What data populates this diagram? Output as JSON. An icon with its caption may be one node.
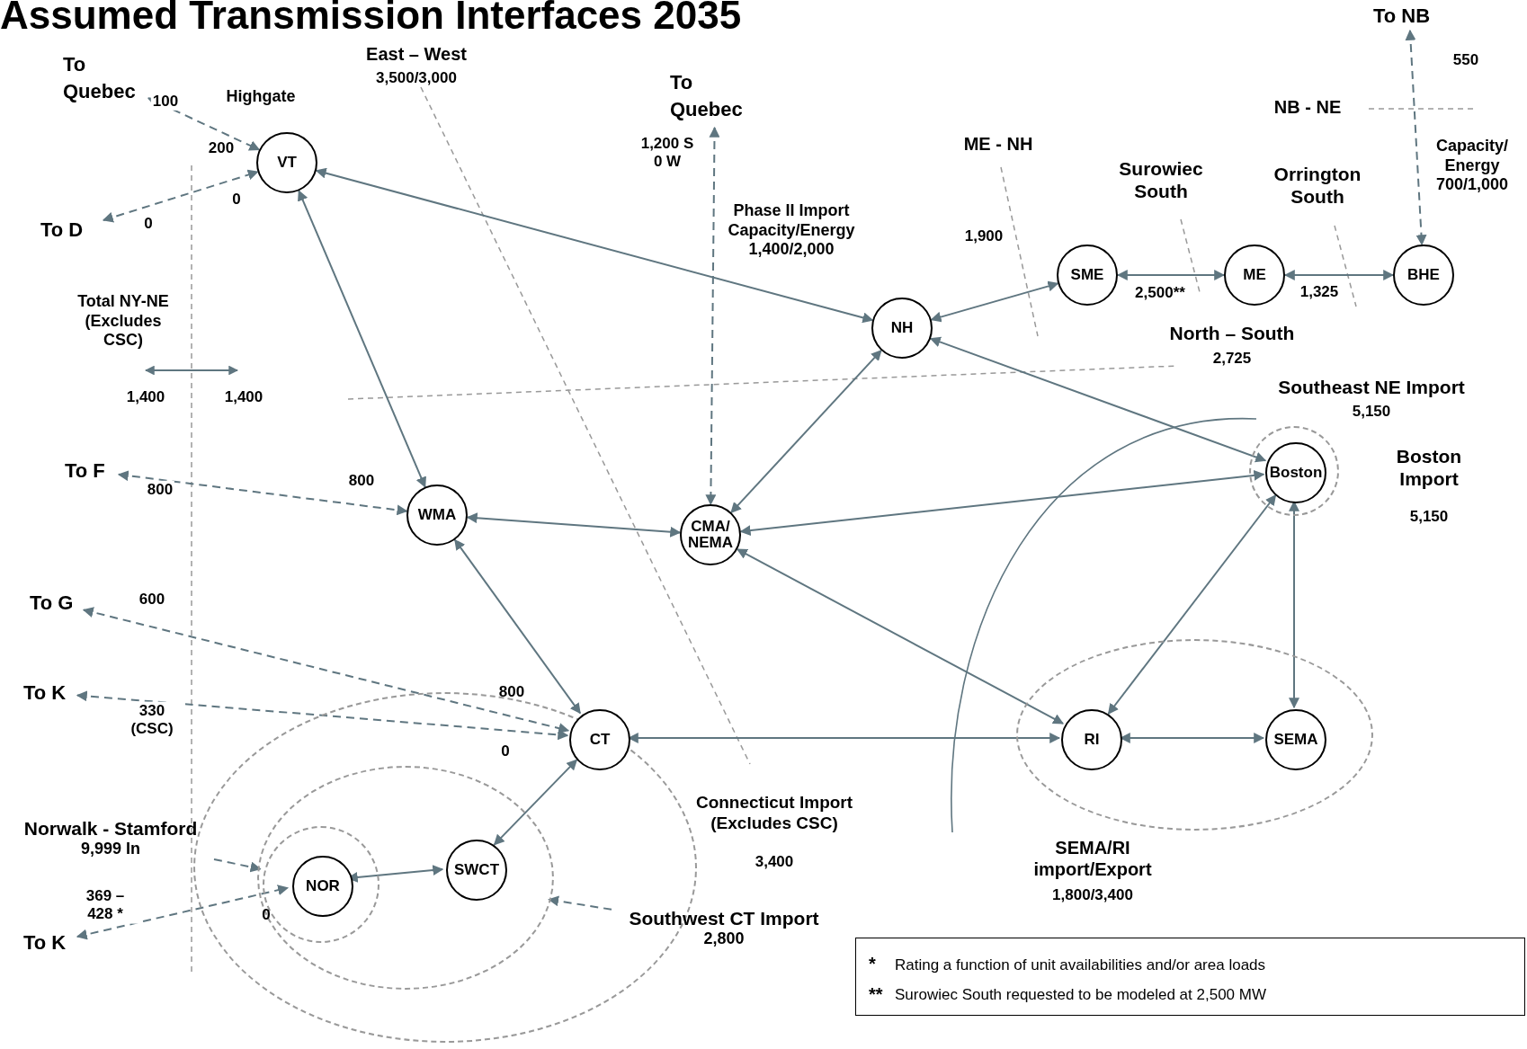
{
  "diagram": {
    "title": "Assumed Transmission Interfaces 2035",
    "nodes": [
      {
        "text": [
          "To Quebec"
        ]
      },
      {
        "text": [
          "VT"
        ]
      },
      {
        "text": [
          "To D"
        ]
      },
      {
        "text": [
          "To Quebec"
        ]
      },
      {
        "text": [
          "To NB"
        ]
      },
      {
        "text": [
          "NH"
        ]
      },
      {
        "text": [
          "SME"
        ]
      },
      {
        "text": [
          "ME"
        ]
      },
      {
        "text": [
          "BHE"
        ]
      },
      {
        "text": [
          "To F"
        ]
      },
      {
        "text": [
          "WMA"
        ]
      },
      {
        "text": [
          "CMA/ NEMA"
        ]
      },
      {
        "text": [],
        "shape": "circle"
      },
      {
        "text": [
          "Boston"
        ],
        "in": 12
      },
      {
        "text": [
          "To G"
        ]
      },
      {
        "text": [
          "To K"
        ]
      },
      {
        "text": [],
        "shape": "ellipse"
      },
      {
        "text": [
          "CT"
        ],
        "in": 16
      },
      {
        "text": [],
        "shape": "ellipse"
      },
      {
        "text": [
          "RI"
        ],
        "in": 18
      },
      {
        "text": [
          "SEMA"
        ],
        "in": 18
      },
      {
        "text": [],
        "shape": "ellipse",
        "in": 16
      },
      {
        "text": [
          "SWCT"
        ],
        "in": 21
      },
      {
        "text": [],
        "shape": "circle",
        "in": 21
      },
      {
        "text": [
          "NOR"
        ],
        "in": 23
      },
      {
        "text": [
          "Norwalk - Stamford",
          "9,999 In"
        ]
      },
      {
        "text": [
          "To K"
        ]
      },
      {
        "text": [
          "Southwest CT Import",
          "2,800"
        ]
      }
    ],
    "edges": [
      {
        "from": 0,
        "to": 1,
        "arrow": "both",
        "style": "dashed",
        "label": "100"
      },
      {
        "from": 2,
        "to": 1,
        "arrow": "both",
        "style": "dashed",
        "label": "0"
      },
      {
        "from": 3,
        "to": 11,
        "arrow": "both",
        "style": "dashed",
        "label": "1,200 S 0 W"
      },
      {
        "from": 4,
        "to": 8,
        "arrow": "both",
        "style": "dashed",
        "label": "550"
      },
      {
        "from": 1,
        "to": 5,
        "arrow": "both"
      },
      {
        "from": 1,
        "to": 10,
        "arrow": "both"
      },
      {
        "from": 5,
        "to": 6,
        "arrow": "both"
      },
      {
        "from": 6,
        "to": 7,
        "arrow": "both",
        "label": "2,500**"
      },
      {
        "from": 7,
        "to": 8,
        "arrow": "both",
        "label": "1,325"
      },
      {
        "from": 5,
        "to": 11,
        "arrow": "both"
      },
      {
        "from": 5,
        "to": 13,
        "arrow": "both"
      },
      {
        "from": 9,
        "to": 10,
        "arrow": "both",
        "style": "dashed",
        "label": "800"
      },
      {
        "from": 10,
        "to": 11,
        "arrow": "both"
      },
      {
        "from": 11,
        "to": 13,
        "arrow": "both"
      },
      {
        "from": 11,
        "to": 19,
        "arrow": "both"
      },
      {
        "from": 10,
        "to": 17,
        "arrow": "both"
      },
      {
        "from": 14,
        "to": 17,
        "arrow": "both",
        "style": "dashed",
        "label": "600"
      },
      {
        "from": 15,
        "to": 17,
        "arrow": "both",
        "style": "dashed",
        "label": "330 (CSC)"
      },
      {
        "from": 17,
        "to": 19,
        "arrow": "both"
      },
      {
        "from": 19,
        "to": 13,
        "arrow": "both"
      },
      {
        "from": 13,
        "to": 20,
        "arrow": "both"
      },
      {
        "from": 19,
        "to": 20,
        "arrow": "both"
      },
      {
        "from": 17,
        "to": 22,
        "arrow": "both"
      },
      {
        "from": 24,
        "to": 22,
        "arrow": "both"
      },
      {
        "from": 25,
        "to": 23,
        "arrow": "to",
        "style": "dashed"
      },
      {
        "from": 26,
        "to": 24,
        "arrow": "both",
        "style": "dashed",
        "label": "369 – 428 *"
      },
      {
        "from": 27,
        "to": 21,
        "arrow": "to",
        "style": "dashed"
      }
    ],
    "labels": [
      "Highgate",
      "East – West",
      "3,500/3,000",
      "200",
      "0",
      "Total NY-NE (Excludes CSC)",
      "1,400",
      "1,400",
      "Phase II Import Capacity/Energy 1,400/2,000",
      "ME - NH",
      "1,900",
      "Surowiec South",
      "Orrington South",
      "NB - NE",
      "Capacity/ Energy 700/1,000",
      "North – South",
      "2,725",
      "Southeast NE Import",
      "5,150",
      "Boston Import",
      "5,150",
      "800",
      "800",
      "0",
      "Connecticut Import (Excludes CSC)",
      "3,400",
      "0",
      "SEMA/RI import/Export",
      "1,800/3,400",
      "*",
      "Rating a function of unit availabilities and/or area loads",
      "**",
      "Surowiec South requested to be modeled at 2,500 MW"
    ]
  }
}
